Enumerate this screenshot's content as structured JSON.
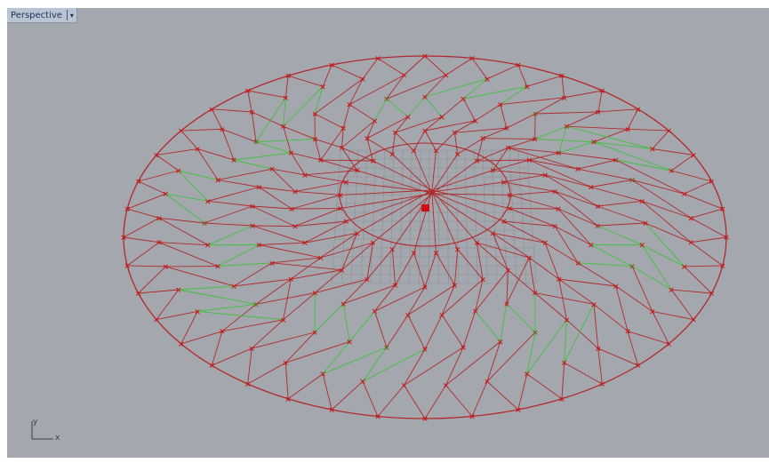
{
  "viewport": {
    "tab_label": "Perspective",
    "menu_icon": "chevron-down-icon",
    "axis_x_label": "x",
    "axis_y_label": "y"
  },
  "colors": {
    "background": "#a4a8ae",
    "red_lines": "#b0282a",
    "green_lines": "#3cc13c",
    "grid": "#8a8f97",
    "center_marker": "#d01010",
    "point_red": "#c41818",
    "point_olive": "#7a5a1a"
  }
}
